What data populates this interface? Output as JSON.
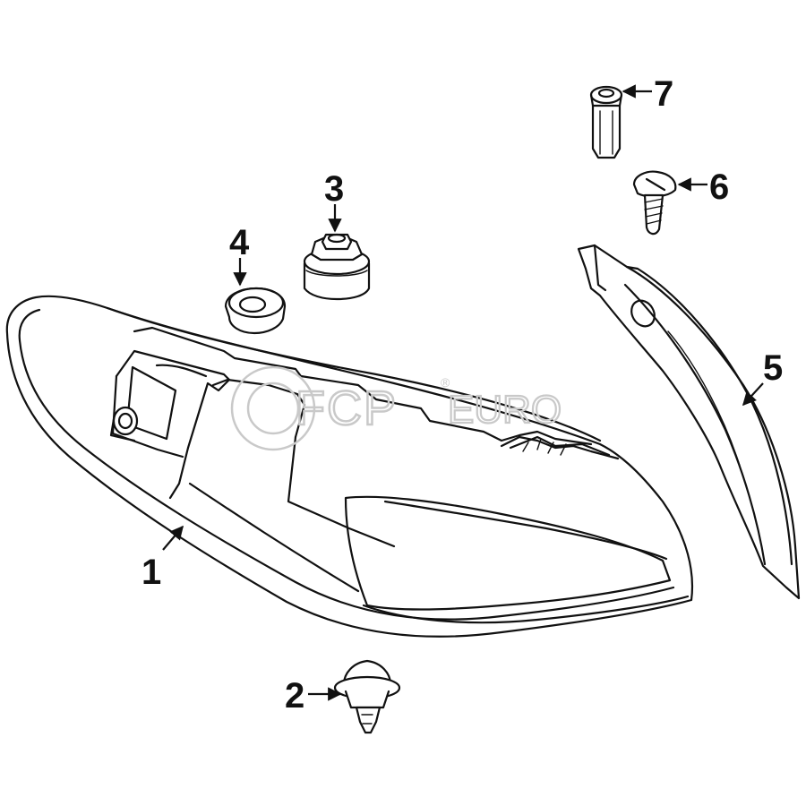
{
  "watermark": {
    "brand": "FCP",
    "suffix": "EURO",
    "registered_mark": "®"
  },
  "callouts": [
    {
      "id": "1",
      "label": "1",
      "part": "tail-lamp-assembly"
    },
    {
      "id": "2",
      "label": "2",
      "part": "push-pin-clip"
    },
    {
      "id": "3",
      "label": "3",
      "part": "mounting-nut"
    },
    {
      "id": "4",
      "label": "4",
      "part": "grommet-washer"
    },
    {
      "id": "5",
      "label": "5",
      "part": "lamp-seal-gasket"
    },
    {
      "id": "6",
      "label": "6",
      "part": "screw"
    },
    {
      "id": "7",
      "label": "7",
      "part": "nut-insert"
    }
  ],
  "colors": {
    "line": "#111111",
    "background": "#ffffff",
    "watermark": "#c9c9c9"
  }
}
